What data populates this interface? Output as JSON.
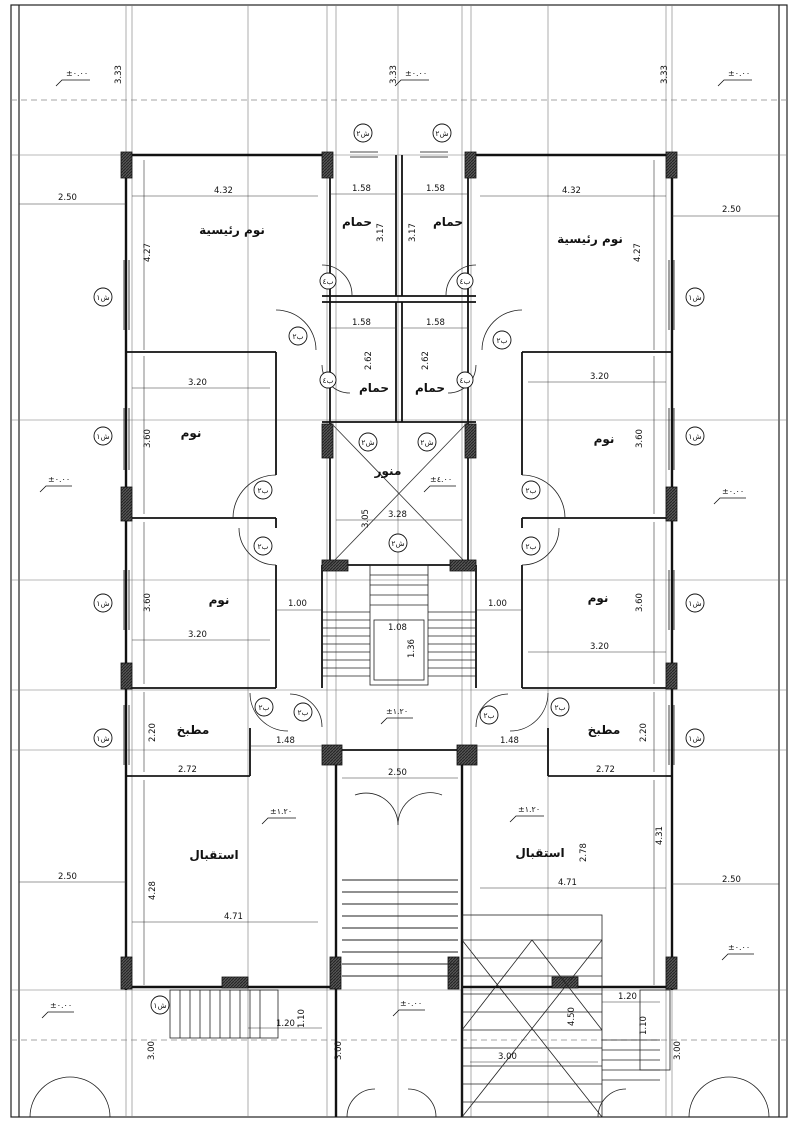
{
  "rooms": {
    "master_bedroom": "نوم رئيسية",
    "bedroom": "نوم",
    "bathroom": "حمام",
    "kitchen": "مطبخ",
    "reception": "استقبال",
    "lightwell": "منور"
  },
  "levels": {
    "outside": "±٠.٠٠",
    "lightwell": "±٤.٠٠",
    "landing": "±١.٢٠",
    "reception": "±١.٢٠"
  },
  "tags": {
    "window": "ش١",
    "window2": "ش٢",
    "door": "ب٢",
    "door_small": "ب٤"
  },
  "dims": {
    "d250": "2.50",
    "d333": "3.33",
    "d432": "4.32",
    "d427": "4.27",
    "d158": "1.58",
    "d317": "3.17",
    "d262": "2.62",
    "d320": "3.20",
    "d360": "3.60",
    "d305": "3.05",
    "d328": "3.28",
    "d100": "1.00",
    "d108": "1.08",
    "d136": "1.36",
    "d220": "2.20",
    "d148": "1.48",
    "d272": "2.72",
    "d471": "4.71",
    "d428": "4.28",
    "d431": "4.31",
    "d278": "2.78",
    "d120": "1.20",
    "d110": "1.10",
    "d300": "3.00",
    "d450": "4.50"
  }
}
